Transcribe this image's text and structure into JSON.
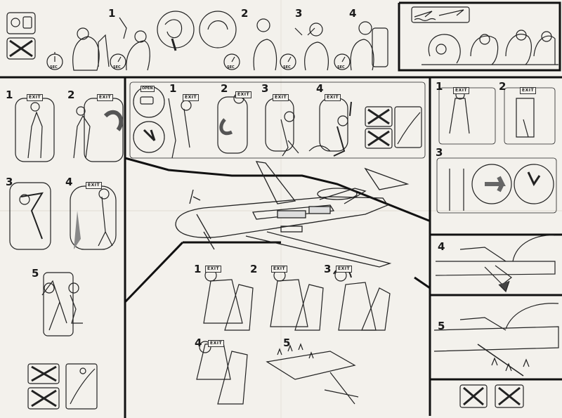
{
  "exit_label": "EXIT",
  "sec_label": "SEC",
  "open_label": "OPEN",
  "panels": {
    "oxygen": {
      "steps": [
        "1",
        "2",
        "3",
        "4"
      ]
    },
    "door_left": {
      "steps": [
        "1",
        "2",
        "3",
        "4",
        "5"
      ]
    },
    "overwing": {
      "steps": [
        "1",
        "2",
        "3",
        "4"
      ]
    },
    "right_door": {
      "steps": [
        "1",
        "2",
        "3"
      ]
    },
    "tail": {
      "steps": [
        "4",
        "5"
      ]
    },
    "window_exit": {
      "steps": [
        "1",
        "2",
        "3",
        "4",
        "5"
      ]
    }
  }
}
